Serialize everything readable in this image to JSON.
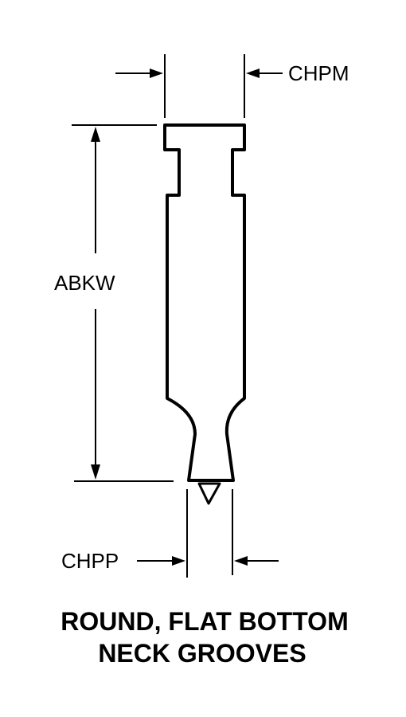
{
  "labels": {
    "top_dimension": "CHPM",
    "length_dimension": "ABKW",
    "bottom_dimension": "CHPP"
  },
  "caption": {
    "line1": "ROUND, FLAT BOTTOM",
    "line2": "NECK GROOVES"
  },
  "colors": {
    "ink": "#000000",
    "background": "#ffffff"
  }
}
